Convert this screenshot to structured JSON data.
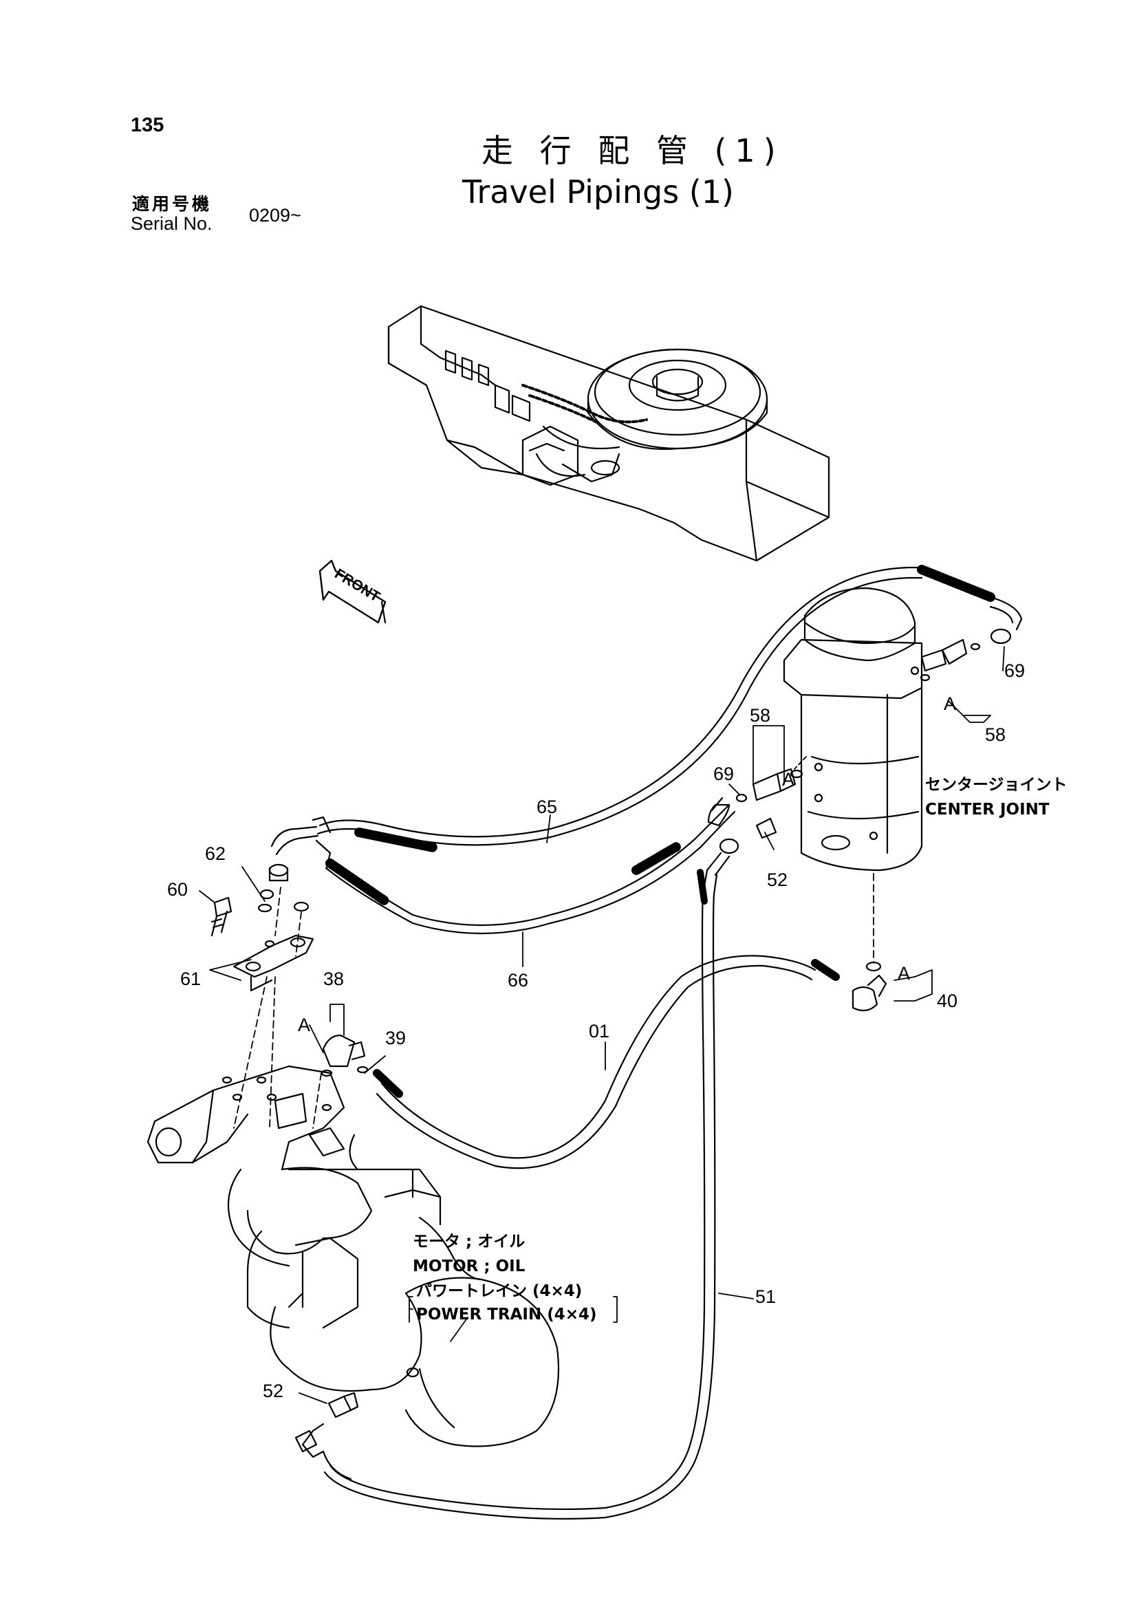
{
  "header": {
    "page_number": "135",
    "title_jp": "走 行 配 管 (1)",
    "title_en": "Travel Pipings (1)",
    "serial_label_jp": "適用号機",
    "serial_label_en": "Serial No.",
    "serial_value": "0209~"
  },
  "diagram": {
    "front_marker": "FRONT",
    "center_joint_jp": "センタージョイント",
    "center_joint_en": "CENTER JOINT",
    "motor_jp": "モータ ; オイル",
    "motor_en": "MOTOR ; OIL",
    "power_train_jp": "パワートレイン (4×4)",
    "power_train_en": "POWER TRAIN (4×4)",
    "port_marker": "A",
    "part_numbers": {
      "p01": "01",
      "p38": "38",
      "p39": "39",
      "p40": "40",
      "p51": "51",
      "p52_top": "52",
      "p52_bottom": "52",
      "p58_left": "58",
      "p58_right": "58",
      "p60": "60",
      "p61": "61",
      "p62": "62",
      "p65": "65",
      "p66": "66",
      "p69_left": "69",
      "p69_right": "69"
    }
  }
}
